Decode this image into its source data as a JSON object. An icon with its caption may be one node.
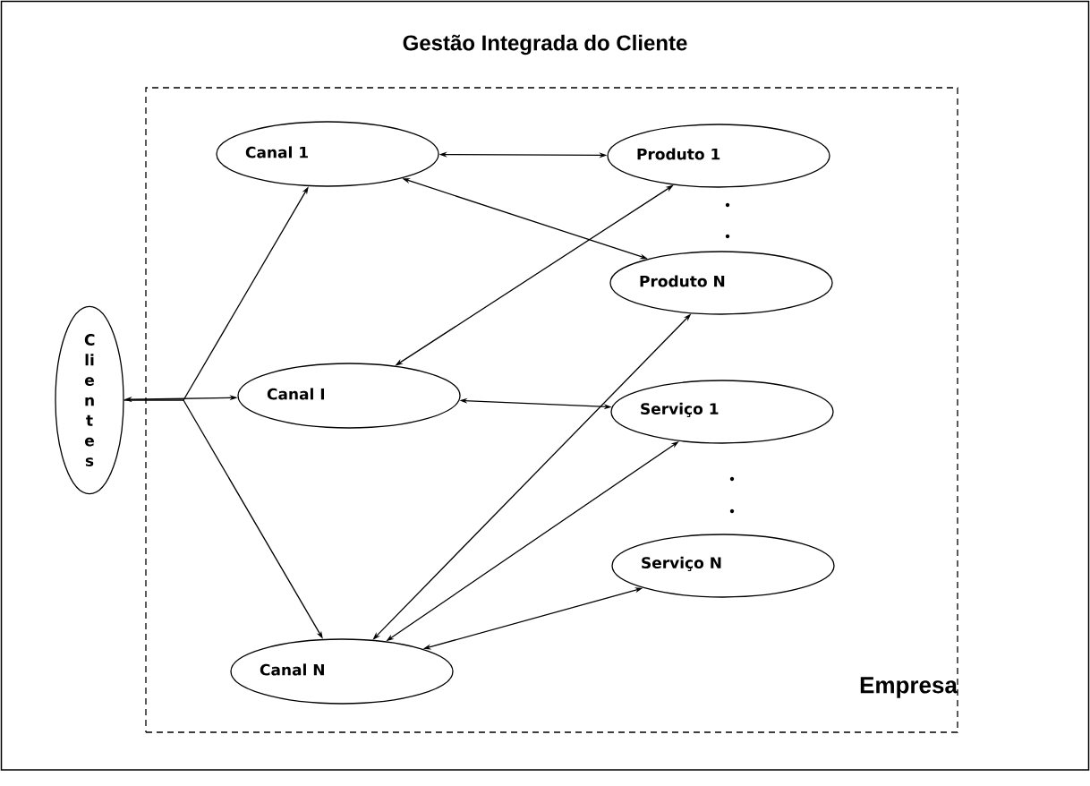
{
  "diagram": {
    "title": "Gestão Integrada do Cliente",
    "nodes": [
      {
        "text": [
          "Empresa"
        ]
      },
      {
        "text": [
          "Clientes"
        ]
      },
      {
        "text": [
          "Canal 1"
        ],
        "in": 0
      },
      {
        "text": [
          "Canal I"
        ],
        "in": 0
      },
      {
        "text": [
          "Canal N"
        ],
        "in": 0
      },
      {
        "text": [
          "Produto 1"
        ],
        "in": 0
      },
      {
        "text": [
          "Produto N"
        ],
        "in": 0
      },
      {
        "text": [
          "Serviço 1"
        ],
        "in": 0
      },
      {
        "text": [
          "Serviço N"
        ],
        "in": 0
      }
    ],
    "edges": [
      {
        "from": 1,
        "to": 2,
        "arrow": "to"
      },
      {
        "from": 1,
        "to": 3,
        "arrow": "both"
      },
      {
        "from": 1,
        "to": 4,
        "arrow": "to"
      },
      {
        "from": 2,
        "to": 5,
        "arrow": "both"
      },
      {
        "from": 2,
        "to": 6,
        "arrow": "both"
      },
      {
        "from": 3,
        "to": 5,
        "arrow": "both"
      },
      {
        "from": 3,
        "to": 7,
        "arrow": "both"
      },
      {
        "from": 4,
        "to": 6,
        "arrow": "both"
      },
      {
        "from": 4,
        "to": 7,
        "arrow": "both"
      },
      {
        "from": 4,
        "to": 8,
        "arrow": "both"
      }
    ]
  }
}
